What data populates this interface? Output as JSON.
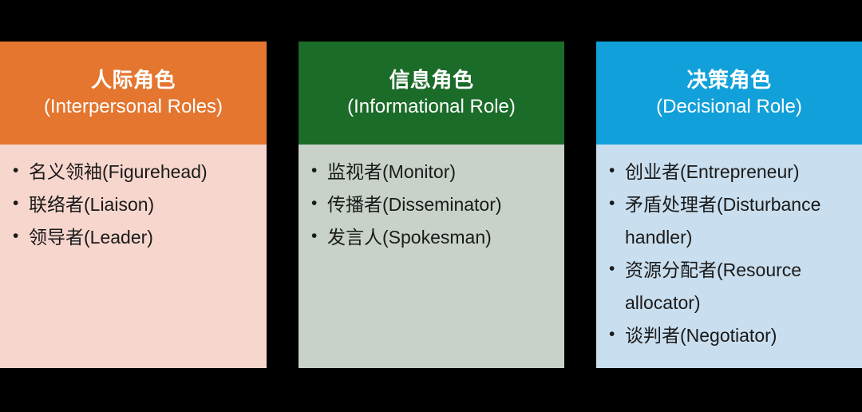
{
  "slide": {
    "background_color": "#000000",
    "columns": [
      {
        "id": "interpersonal",
        "header_cn": "人际角色",
        "header_en": "(Interpersonal Roles)",
        "header_color": "#E4762F",
        "body_color": "#F7D6CD",
        "items": [
          "名义领袖(Figurehead)",
          "联络者(Liaison)",
          "领导者(Leader)"
        ]
      },
      {
        "id": "informational",
        "header_cn": "信息角色",
        "header_en": "(Informational Role)",
        "header_color": "#1B6B29",
        "body_color": "#C8D2C8",
        "items": [
          "监视者(Monitor)",
          "传播者(Disseminator)",
          "发言人(Spokesman)"
        ]
      },
      {
        "id": "decisional",
        "header_cn": "决策角色",
        "header_en": "(Decisional Role)",
        "header_color": "#12A0DA",
        "body_color": "#C9DEEE",
        "items": [
          "创业者(Entrepreneur)",
          "矛盾处理者(Disturbance handler)",
          "资源分配者(Resource allocator)",
          "谈判者(Negotiator)"
        ]
      }
    ]
  }
}
